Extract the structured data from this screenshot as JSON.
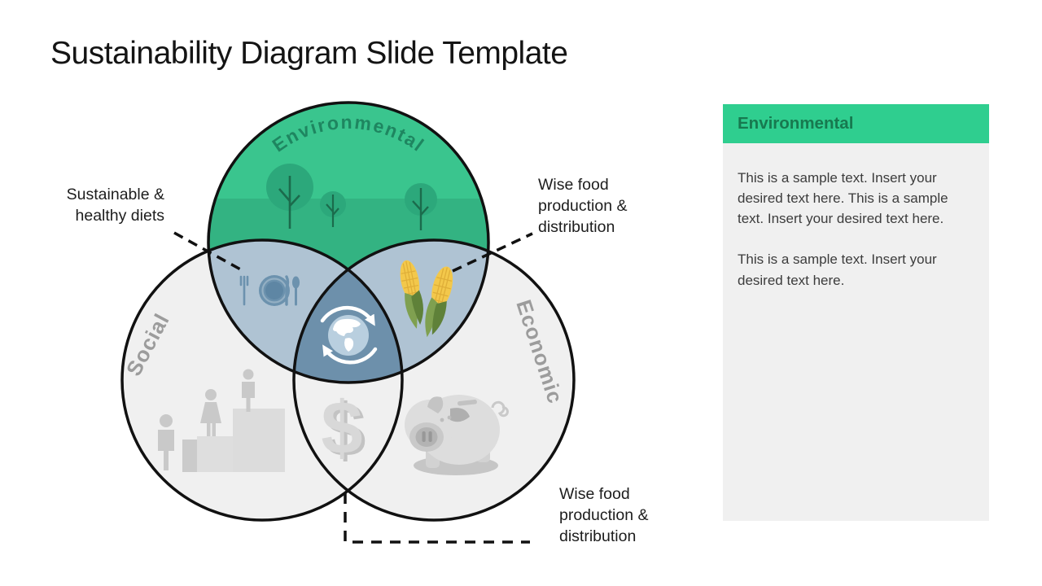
{
  "slide": {
    "title": "Sustainability Diagram Slide Template"
  },
  "diagram": {
    "circles": [
      {
        "id": "environmental",
        "label": "Environmental"
      },
      {
        "id": "social",
        "label": "Social"
      },
      {
        "id": "economic",
        "label": "Economic"
      }
    ],
    "callouts": [
      {
        "id": "sustainable-healthy-diets",
        "text": "Sustainable &\nhealthy diets"
      },
      {
        "id": "wise-food-top",
        "text": "Wise food\nproduction &\ndistribution"
      },
      {
        "id": "wise-food-bottom",
        "text": "Wise food\nproduction &\ndistribution"
      }
    ],
    "icons": [
      "tree-icon",
      "plate-cutlery-icon",
      "corn-icon",
      "globe-recycle-icon",
      "people-on-steps-icon",
      "dollar-icon",
      "piggy-bank-icon"
    ],
    "colors": {
      "environmental_green": "#3AC58E",
      "environmental_green_band": "#33B382",
      "tree_foliage_green": "#2CA87B",
      "tree_trunk_green": "#1B6B4C",
      "pair_overlap_blue": "#AFC3D3",
      "center_overlap_blue": "#6D90AB",
      "gray_circle_fill": "#F0F0F0",
      "outline_black": "#111111",
      "circle_label_gray": "#9C9C9C",
      "arc_label_green": "#1E8660",
      "corn_yellow": "#F3C84B",
      "corn_husk_green": "#6E9246"
    }
  },
  "panel": {
    "title": "Environmental",
    "header_color": "#2FCE8F",
    "title_color": "#17794F",
    "body_background": "#F0F0F0",
    "paragraph1": "This is a sample text. Insert your desired text here. This is a sample text. Insert your desired text here.",
    "paragraph2": "This is a sample text. Insert your desired text here."
  }
}
